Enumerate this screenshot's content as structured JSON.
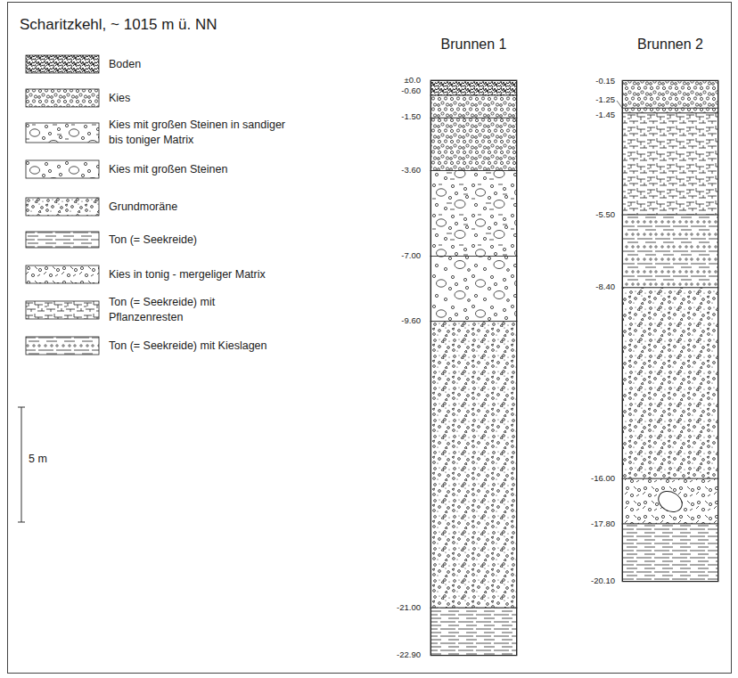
{
  "diagram": {
    "title": "Scharitzkehl, ~ 1015 m ü. NN",
    "nodes": [
      {
        "text": [
          "Brunnen 1"
        ]
      },
      {
        "text": [
          "Brunnen 2"
        ]
      }
    ],
    "labels": [
      "±0.0",
      "-0.60",
      "-1.50",
      "-3.60",
      "-7.00",
      "-9.60",
      "-21.00",
      "-22.90",
      "-0.15",
      "-1.25",
      "-1.45",
      "-5.50",
      "-8.40",
      "-16.00",
      "-17.80",
      "-20.10",
      "5 m"
    ],
    "legend": [
      {
        "text": "Boden"
      },
      {
        "text": "Kies"
      },
      {
        "text": "Kies mit großen Steinen in sandiger bis toniger Matrix"
      },
      {
        "text": "Kies mit großen Steinen"
      },
      {
        "text": "Grundmoräne"
      },
      {
        "text": "Ton (= Seekreide)"
      },
      {
        "text": "Kies in tonig - mergeliger Matrix"
      },
      {
        "text": "Ton (= Seekreide) mit Pflanzenresten"
      },
      {
        "text": "Ton (= Seekreide) mit Kieslagen"
      }
    ]
  }
}
